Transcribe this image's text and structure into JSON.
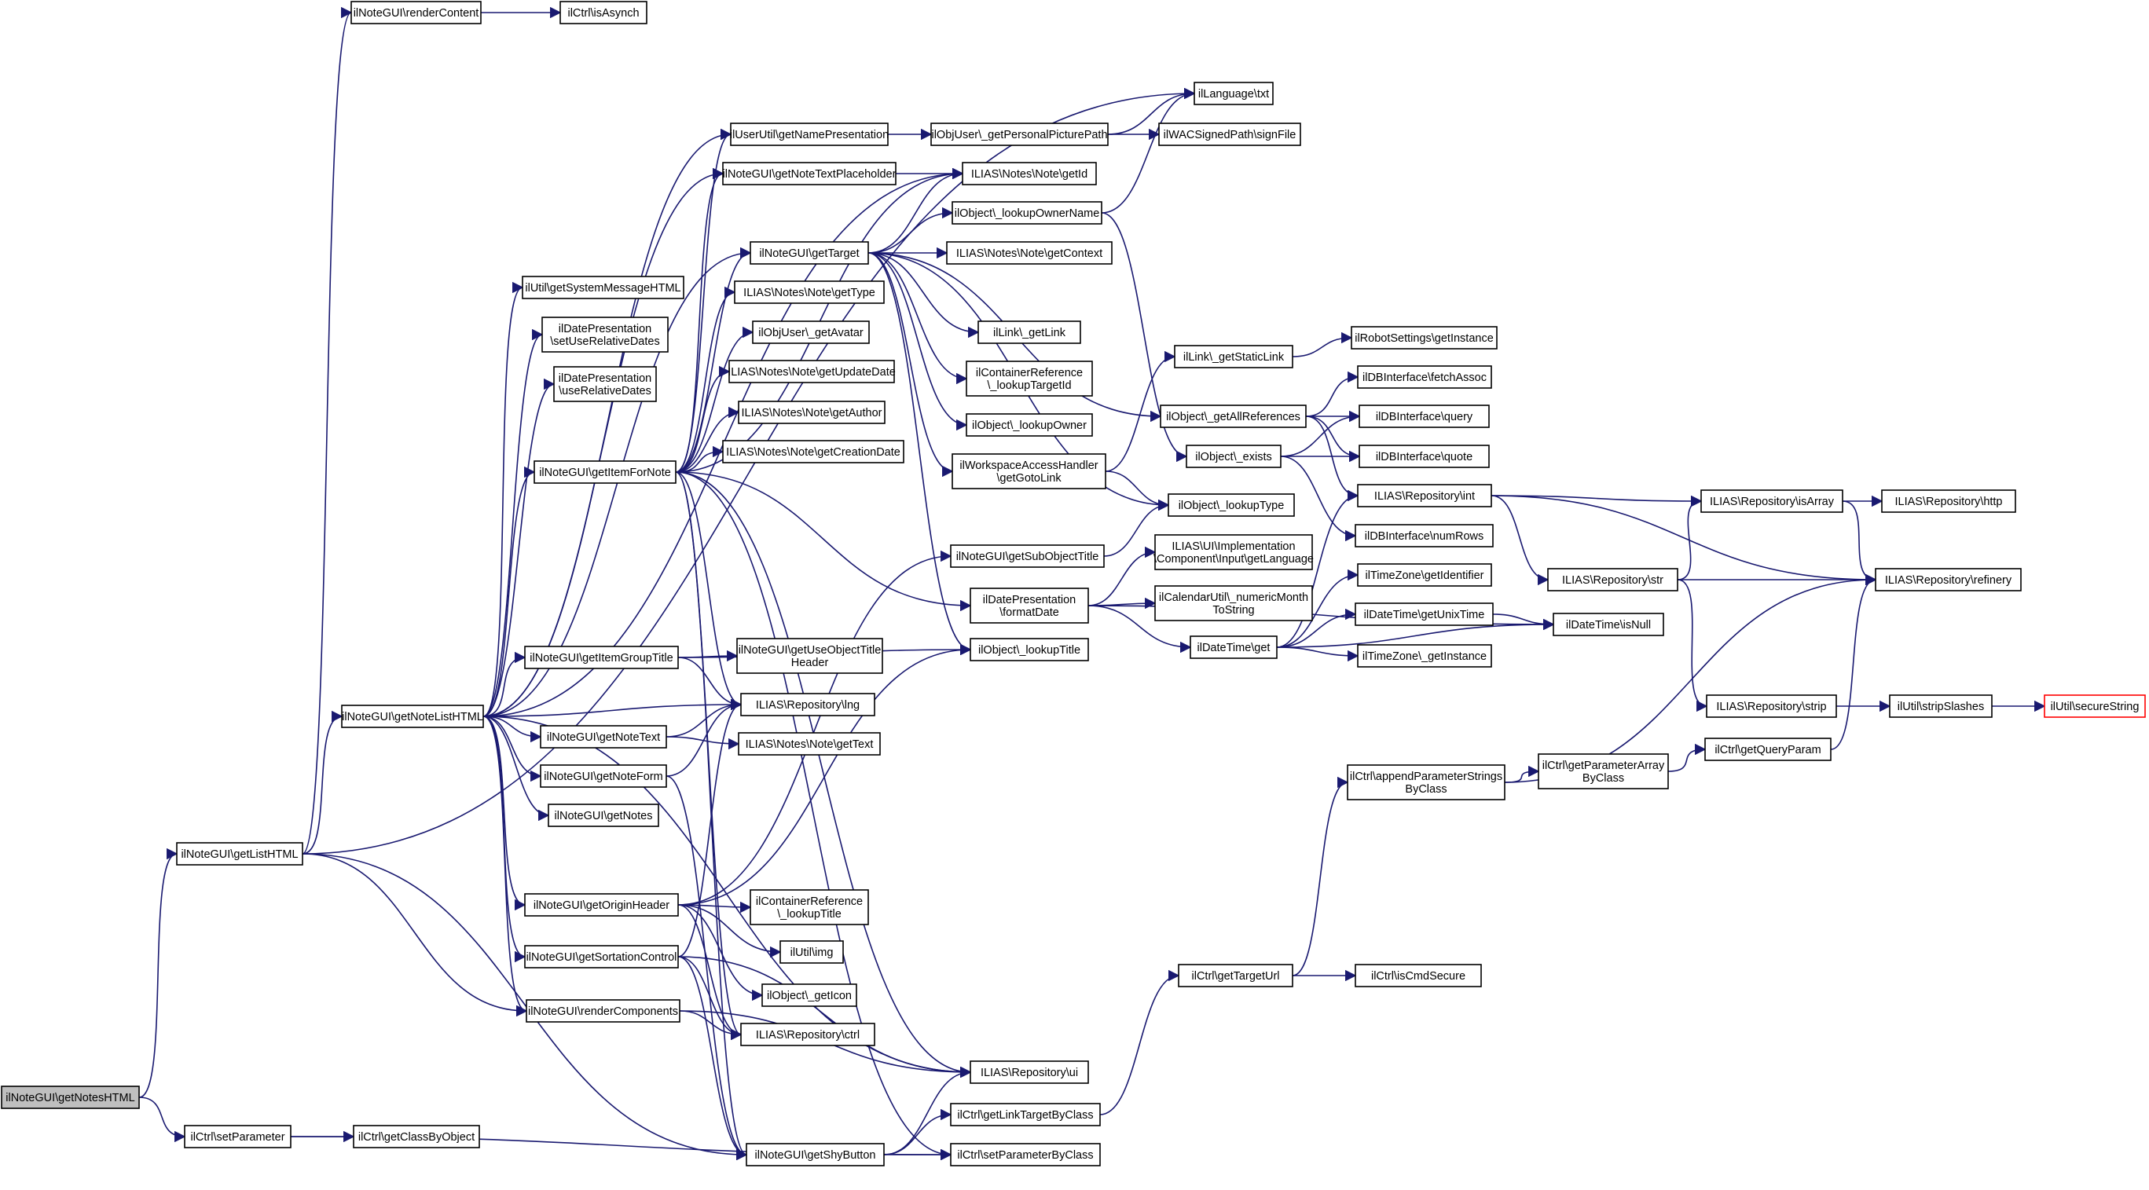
{
  "nodes": [
    {
      "id": "n0",
      "lines": [
        "ilNoteGUI\\getNotesHTML"
      ],
      "root": true
    },
    {
      "id": "n1",
      "lines": [
        "ilNoteGUI\\getListHTML"
      ]
    },
    {
      "id": "n2",
      "lines": [
        "ilCtrl\\setParameter"
      ]
    },
    {
      "id": "n3",
      "lines": [
        "ilCtrl\\getClassByObject"
      ]
    },
    {
      "id": "n4",
      "lines": [
        "ilNoteGUI\\renderContent"
      ]
    },
    {
      "id": "n5",
      "lines": [
        "ilCtrl\\isAsynch"
      ]
    },
    {
      "id": "n6",
      "lines": [
        "ilLanguage\\txt"
      ]
    },
    {
      "id": "n7",
      "lines": [
        "ilNoteGUI\\getNoteListHTML"
      ]
    },
    {
      "id": "n8",
      "lines": [
        "ilUtil\\getSystemMessageHTML"
      ]
    },
    {
      "id": "n9",
      "lines": [
        "ilDatePresentation",
        "\\setUseRelativeDates"
      ]
    },
    {
      "id": "n10",
      "lines": [
        "ilDatePresentation",
        "\\useRelativeDates"
      ]
    },
    {
      "id": "n11",
      "lines": [
        "ilNoteGUI\\getItemForNote"
      ]
    },
    {
      "id": "n12",
      "lines": [
        "ilNoteGUI\\getItemGroupTitle"
      ]
    },
    {
      "id": "n13",
      "lines": [
        "ilNoteGUI\\getNoteText"
      ]
    },
    {
      "id": "n14",
      "lines": [
        "ilNoteGUI\\getNoteForm"
      ]
    },
    {
      "id": "n15",
      "lines": [
        "ilNoteGUI\\getNotes"
      ]
    },
    {
      "id": "n16",
      "lines": [
        "ilNoteGUI\\getOriginHeader"
      ]
    },
    {
      "id": "n17",
      "lines": [
        "ilNoteGUI\\getSortationControl"
      ]
    },
    {
      "id": "n18",
      "lines": [
        "ilNoteGUI\\renderComponents"
      ]
    },
    {
      "id": "n19",
      "lines": [
        "ilNoteGUI\\getShyButton"
      ]
    },
    {
      "id": "n20",
      "lines": [
        "ilUserUtil\\getNamePresentation"
      ]
    },
    {
      "id": "n21",
      "lines": [
        "ilNoteGUI\\getNoteTextPlaceholder"
      ]
    },
    {
      "id": "n22",
      "lines": [
        "ilNoteGUI\\getTarget"
      ]
    },
    {
      "id": "n23",
      "lines": [
        "ILIAS\\Notes\\Note\\getType"
      ]
    },
    {
      "id": "n24",
      "lines": [
        "ilObjUser\\_getAvatar"
      ]
    },
    {
      "id": "n25",
      "lines": [
        "ILIAS\\Notes\\Note\\getUpdateDate"
      ]
    },
    {
      "id": "n26",
      "lines": [
        "ILIAS\\Notes\\Note\\getAuthor"
      ]
    },
    {
      "id": "n27",
      "lines": [
        "ILIAS\\Notes\\Note\\getCreationDate"
      ]
    },
    {
      "id": "n28",
      "lines": [
        "ilNoteGUI\\getUseObjectTitle",
        "Header"
      ]
    },
    {
      "id": "n29",
      "lines": [
        "ILIAS\\Repository\\lng"
      ]
    },
    {
      "id": "n30",
      "lines": [
        "ILIAS\\Notes\\Note\\getText"
      ]
    },
    {
      "id": "n31",
      "lines": [
        "ilContainerReference",
        "\\_lookupTitle"
      ]
    },
    {
      "id": "n32",
      "lines": [
        "ilUtil\\img"
      ]
    },
    {
      "id": "n33",
      "lines": [
        "ilObject\\_getIcon"
      ]
    },
    {
      "id": "n34",
      "lines": [
        "ILIAS\\Repository\\ctrl"
      ]
    },
    {
      "id": "n35",
      "lines": [
        "ilObjUser\\_getPersonalPicturePath"
      ]
    },
    {
      "id": "n36",
      "lines": [
        "ILIAS\\Notes\\Note\\getId"
      ]
    },
    {
      "id": "n37",
      "lines": [
        "ilObject\\_lookupOwnerName"
      ]
    },
    {
      "id": "n38",
      "lines": [
        "ILIAS\\Notes\\Note\\getContext"
      ]
    },
    {
      "id": "n39",
      "lines": [
        "ilLink\\_getLink"
      ]
    },
    {
      "id": "n40",
      "lines": [
        "ilContainerReference",
        "\\_lookupTargetId"
      ]
    },
    {
      "id": "n41",
      "lines": [
        "ilObject\\_lookupOwner"
      ]
    },
    {
      "id": "n42",
      "lines": [
        "ilWorkspaceAccessHandler",
        "\\getGotoLink"
      ]
    },
    {
      "id": "n43",
      "lines": [
        "ilNoteGUI\\getSubObjectTitle"
      ]
    },
    {
      "id": "n44",
      "lines": [
        "ilDatePresentation",
        "\\formatDate"
      ]
    },
    {
      "id": "n45",
      "lines": [
        "ilObject\\_lookupTitle"
      ]
    },
    {
      "id": "n46",
      "lines": [
        "ILIAS\\Repository\\ui"
      ]
    },
    {
      "id": "n47",
      "lines": [
        "ilCtrl\\getLinkTargetByClass"
      ]
    },
    {
      "id": "n48",
      "lines": [
        "ilCtrl\\setParameterByClass"
      ]
    },
    {
      "id": "n49",
      "lines": [
        "ilWACSignedPath\\signFile"
      ]
    },
    {
      "id": "n50",
      "lines": [
        "ilLink\\_getStaticLink"
      ]
    },
    {
      "id": "n51",
      "lines": [
        "ilObject\\_getAllReferences"
      ]
    },
    {
      "id": "n52",
      "lines": [
        "ilObject\\_exists"
      ]
    },
    {
      "id": "n53",
      "lines": [
        "ilObject\\_lookupType"
      ]
    },
    {
      "id": "n54",
      "lines": [
        "ILIAS\\UI\\Implementation",
        "\\Component\\Input\\getLanguage"
      ]
    },
    {
      "id": "n55",
      "lines": [
        "ilCalendarUtil\\_numericMonth",
        "ToString"
      ]
    },
    {
      "id": "n56",
      "lines": [
        "ilDateTime\\get"
      ]
    },
    {
      "id": "n57",
      "lines": [
        "ilRobotSettings\\getInstance"
      ]
    },
    {
      "id": "n58",
      "lines": [
        "ilDBInterface\\fetchAssoc"
      ]
    },
    {
      "id": "n59",
      "lines": [
        "ilDBInterface\\query"
      ]
    },
    {
      "id": "n60",
      "lines": [
        "ilDBInterface\\quote"
      ]
    },
    {
      "id": "n61",
      "lines": [
        "ILIAS\\Repository\\int"
      ]
    },
    {
      "id": "n62",
      "lines": [
        "ilDBInterface\\numRows"
      ]
    },
    {
      "id": "n63",
      "lines": [
        "ilTimeZone\\getIdentifier"
      ]
    },
    {
      "id": "n64",
      "lines": [
        "ilDateTime\\getUnixTime"
      ]
    },
    {
      "id": "n65",
      "lines": [
        "ilDateTime\\isNull"
      ]
    },
    {
      "id": "n66",
      "lines": [
        "ilTimeZone\\_getInstance"
      ]
    },
    {
      "id": "n67",
      "lines": [
        "ILIAS\\Repository\\isArray"
      ]
    },
    {
      "id": "n68",
      "lines": [
        "ILIAS\\Repository\\http"
      ]
    },
    {
      "id": "n69",
      "lines": [
        "ILIAS\\Repository\\str"
      ]
    },
    {
      "id": "n70",
      "lines": [
        "ILIAS\\Repository\\refinery"
      ]
    },
    {
      "id": "n71",
      "lines": [
        "ILIAS\\Repository\\strip"
      ]
    },
    {
      "id": "n72",
      "lines": [
        "ilUtil\\stripSlashes"
      ]
    },
    {
      "id": "n73",
      "lines": [
        "ilUtil\\secureString"
      ],
      "truncated": true
    },
    {
      "id": "n74",
      "lines": [
        "ilCtrl\\appendParameterStrings",
        "ByClass"
      ]
    },
    {
      "id": "n75",
      "lines": [
        "ilCtrl\\getParameterArray",
        "ByClass"
      ]
    },
    {
      "id": "n76",
      "lines": [
        "ilCtrl\\getQueryParam"
      ]
    },
    {
      "id": "n77",
      "lines": [
        "ilCtrl\\getTargetUrl"
      ]
    },
    {
      "id": "n78",
      "lines": [
        "ilCtrl\\isCmdSecure"
      ]
    }
  ],
  "edges": [
    [
      "n0",
      "n1"
    ],
    [
      "n0",
      "n2"
    ],
    [
      "n2",
      "n3"
    ],
    [
      "n2",
      "n48"
    ],
    [
      "n1",
      "n4"
    ],
    [
      "n1",
      "n6"
    ],
    [
      "n1",
      "n7"
    ],
    [
      "n1",
      "n18"
    ],
    [
      "n1",
      "n19"
    ],
    [
      "n4",
      "n5"
    ],
    [
      "n7",
      "n8"
    ],
    [
      "n7",
      "n9"
    ],
    [
      "n7",
      "n10"
    ],
    [
      "n7",
      "n11"
    ],
    [
      "n7",
      "n12"
    ],
    [
      "n7",
      "n13"
    ],
    [
      "n7",
      "n14"
    ],
    [
      "n7",
      "n15"
    ],
    [
      "n7",
      "n16"
    ],
    [
      "n7",
      "n17"
    ],
    [
      "n7",
      "n18"
    ],
    [
      "n7",
      "n29"
    ],
    [
      "n7",
      "n46"
    ],
    [
      "n7",
      "n20"
    ],
    [
      "n7",
      "n21"
    ],
    [
      "n7",
      "n22"
    ],
    [
      "n7",
      "n36"
    ],
    [
      "n11",
      "n20"
    ],
    [
      "n11",
      "n21"
    ],
    [
      "n11",
      "n22"
    ],
    [
      "n11",
      "n23"
    ],
    [
      "n11",
      "n24"
    ],
    [
      "n11",
      "n25"
    ],
    [
      "n11",
      "n26"
    ],
    [
      "n11",
      "n27"
    ],
    [
      "n11",
      "n36"
    ],
    [
      "n11",
      "n44"
    ],
    [
      "n11",
      "n29"
    ],
    [
      "n11",
      "n46"
    ],
    [
      "n11",
      "n34"
    ],
    [
      "n11",
      "n19"
    ],
    [
      "n11",
      "n48"
    ],
    [
      "n12",
      "n28"
    ],
    [
      "n12",
      "n29"
    ],
    [
      "n12",
      "n45"
    ],
    [
      "n13",
      "n29"
    ],
    [
      "n13",
      "n30"
    ],
    [
      "n14",
      "n29"
    ],
    [
      "n14",
      "n19"
    ],
    [
      "n16",
      "n31"
    ],
    [
      "n16",
      "n32"
    ],
    [
      "n16",
      "n33"
    ],
    [
      "n16",
      "n34"
    ],
    [
      "n16",
      "n43"
    ],
    [
      "n16",
      "n45"
    ],
    [
      "n17",
      "n29"
    ],
    [
      "n17",
      "n34"
    ],
    [
      "n17",
      "n19"
    ],
    [
      "n17",
      "n46"
    ],
    [
      "n18",
      "n34"
    ],
    [
      "n18",
      "n46"
    ],
    [
      "n19",
      "n46"
    ],
    [
      "n19",
      "n47"
    ],
    [
      "n19",
      "n48"
    ],
    [
      "n20",
      "n35"
    ],
    [
      "n21",
      "n36"
    ],
    [
      "n22",
      "n36"
    ],
    [
      "n22",
      "n37"
    ],
    [
      "n22",
      "n38"
    ],
    [
      "n22",
      "n39"
    ],
    [
      "n22",
      "n40"
    ],
    [
      "n22",
      "n41"
    ],
    [
      "n22",
      "n42"
    ],
    [
      "n22",
      "n45"
    ],
    [
      "n22",
      "n51"
    ],
    [
      "n22",
      "n53"
    ],
    [
      "n35",
      "n49"
    ],
    [
      "n35",
      "n6"
    ],
    [
      "n37",
      "n6"
    ],
    [
      "n37",
      "n52"
    ],
    [
      "n42",
      "n50"
    ],
    [
      "n42",
      "n53"
    ],
    [
      "n43",
      "n53"
    ],
    [
      "n44",
      "n54"
    ],
    [
      "n44",
      "n55"
    ],
    [
      "n44",
      "n56"
    ],
    [
      "n44",
      "n65"
    ],
    [
      "n50",
      "n57"
    ],
    [
      "n51",
      "n58"
    ],
    [
      "n51",
      "n59"
    ],
    [
      "n51",
      "n60"
    ],
    [
      "n51",
      "n61"
    ],
    [
      "n52",
      "n59"
    ],
    [
      "n52",
      "n60"
    ],
    [
      "n52",
      "n62"
    ],
    [
      "n56",
      "n61"
    ],
    [
      "n56",
      "n63"
    ],
    [
      "n56",
      "n64"
    ],
    [
      "n56",
      "n65"
    ],
    [
      "n56",
      "n66"
    ],
    [
      "n64",
      "n65"
    ],
    [
      "n61",
      "n67"
    ],
    [
      "n61",
      "n69"
    ],
    [
      "n61",
      "n70"
    ],
    [
      "n67",
      "n68"
    ],
    [
      "n67",
      "n70"
    ],
    [
      "n69",
      "n67"
    ],
    [
      "n69",
      "n70"
    ],
    [
      "n69",
      "n71"
    ],
    [
      "n71",
      "n72"
    ],
    [
      "n72",
      "n73"
    ],
    [
      "n74",
      "n70"
    ],
    [
      "n74",
      "n75"
    ],
    [
      "n75",
      "n76"
    ],
    [
      "n76",
      "n70"
    ],
    [
      "n77",
      "n74"
    ],
    [
      "n77",
      "n78"
    ],
    [
      "n47",
      "n77"
    ]
  ]
}
